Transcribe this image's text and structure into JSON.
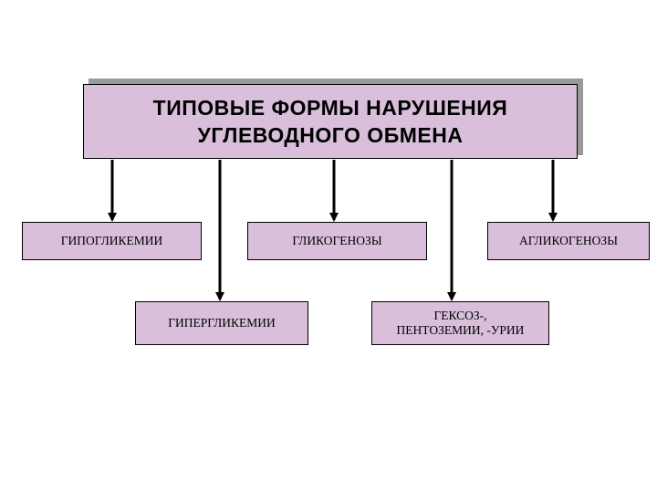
{
  "title": {
    "line1": "ТИПОВЫЕ  ФОРМЫ  НАРУШЕНИЯ",
    "line2": "УГЛЕВОДНОГО  ОБМЕНА"
  },
  "categories": {
    "hypoglycemia": "ГИПОГЛИКЕМИИ",
    "glycogenoses": "ГЛИКОГЕНОЗЫ",
    "aglycogenoses": "АГЛИКОГЕНОЗЫ",
    "hyperglycemia": "ГИПЕРГЛИКЕМИИ",
    "hexoses_line1": "ГЕКСОЗ-,",
    "hexoses_line2": "ПЕНТОЗЕМИИ, -УРИИ"
  },
  "colors": {
    "box_fill": "#d9bfda",
    "border": "#000000",
    "shadow": "#9a9a9a"
  }
}
